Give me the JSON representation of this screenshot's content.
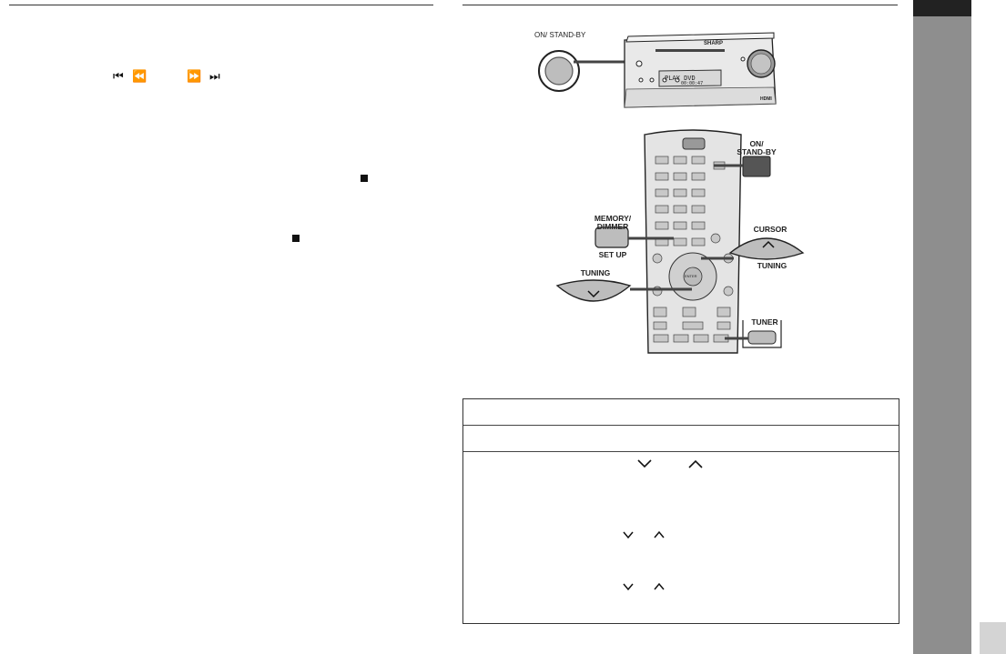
{
  "playback_controls": {
    "skip_back": "⏮",
    "rewind": "⏪",
    "fast_forward": "⏩",
    "skip_forward": "⏭"
  },
  "main_unit": {
    "power_label": "ON/ STAND-BY",
    "brand": "SHARP",
    "display_text": "PLAY DVD",
    "display_subtext": "00:00:47",
    "hdmi_badge": "HDMI"
  },
  "remote": {
    "on_standby_label": "ON/\nSTAND-BY",
    "memory_dimmer_label": "MEMORY/\nDIMMER",
    "setup_label": "SET UP",
    "cursor_label": "CURSOR",
    "tuning_label_right": "TUNING",
    "tuning_label_left": "TUNING",
    "tuner_label": "TUNER",
    "enter_label": "ENTER"
  },
  "colors": {
    "side_tab": "#8e8e8e",
    "side_tab_top": "#222222",
    "button_fill": "#bdbdbd",
    "standby_button": "#555555"
  }
}
